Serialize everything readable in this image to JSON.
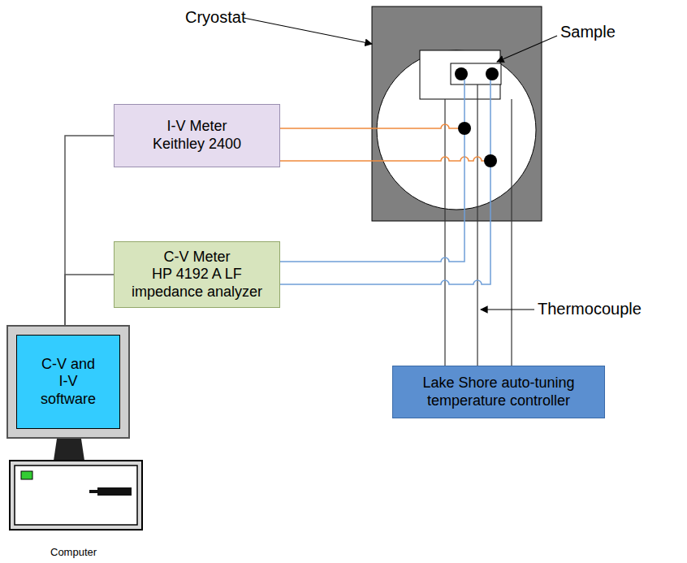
{
  "diagram": {
    "nodes": [
      {
        "text": [
          "I-V Meter",
          "Keithley 2400"
        ]
      },
      {
        "text": [
          "C-V Meter",
          "HP 4192 A LF impedance analyzer"
        ]
      },
      {
        "text": [
          "C-V and I-V software"
        ]
      },
      {
        "text": [
          "Lake Shore auto-tuning temperature controller"
        ]
      }
    ],
    "edges": [
      {
        "from": 2,
        "to": 0,
        "arrow": "none"
      },
      {
        "from": 2,
        "to": 1,
        "arrow": "none"
      }
    ],
    "labels": [
      "Cryostat",
      "Sample",
      "Thermocouple",
      "Computer"
    ]
  }
}
